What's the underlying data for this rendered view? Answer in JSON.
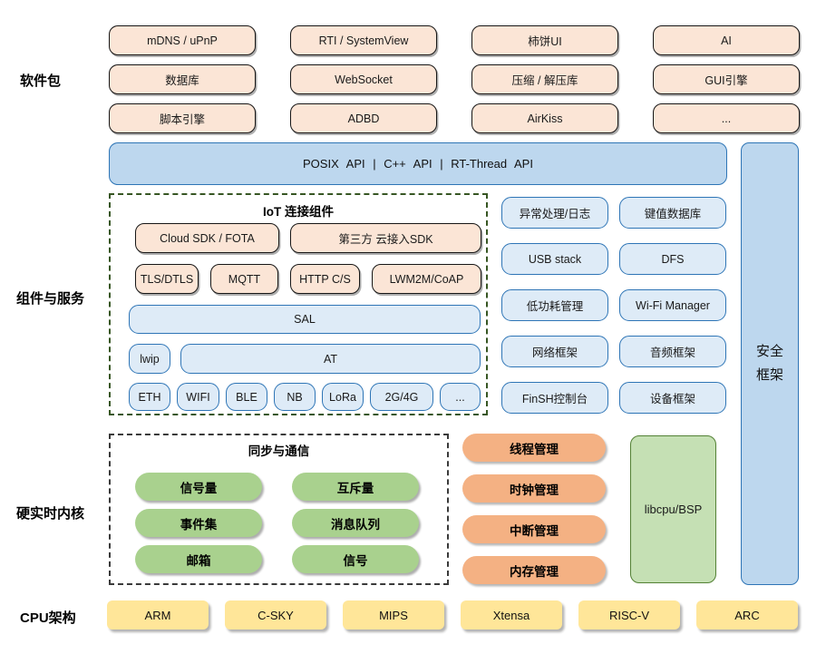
{
  "sidebar_labels": {
    "packages": "软件包",
    "components": "组件与服务",
    "kernel": "硬实时内核",
    "cpu": "CPU架构"
  },
  "packages": {
    "items": [
      "mDNS / uPnP",
      "RTI / SystemView",
      "柿饼UI",
      "AI",
      "数据库",
      "WebSocket",
      "压缩 / 解压库",
      "GUI引擎",
      "脚本引擎",
      "ADBD",
      "AirKiss",
      "..."
    ]
  },
  "api_bar": {
    "label": "POSIX API | C++ API | RT-Thread API"
  },
  "security_bar": {
    "line1": "安全",
    "line2": "框架"
  },
  "iot": {
    "title": "IoT 连接组件",
    "sdk_row": [
      "Cloud SDK / FOTA",
      "第三方 云接入SDK"
    ],
    "protocol_row": [
      "TLS/DTLS",
      "MQTT",
      "HTTP C/S",
      "LWM2M/CoAP"
    ],
    "sal": "SAL",
    "stack_row": [
      "lwip",
      "AT"
    ],
    "link_row": [
      "ETH",
      "WIFI",
      "BLE",
      "NB",
      "LoRa",
      "2G/4G",
      "..."
    ]
  },
  "services": {
    "items": [
      "异常处理/日志",
      "键值数据库",
      "USB stack",
      "DFS",
      "低功耗管理",
      "Wi-Fi Manager",
      "网络框架",
      "音频框架",
      "FinSH控制台",
      "设备框架"
    ]
  },
  "sync": {
    "title": "同步与通信",
    "items": [
      "信号量",
      "互斥量",
      "事件集",
      "消息队列",
      "邮箱",
      "信号"
    ]
  },
  "kernel": {
    "items": [
      "线程管理",
      "时钟管理",
      "中断管理",
      "内存管理"
    ],
    "libcpu": "libcpu/BSP"
  },
  "cpu": {
    "items": [
      "ARM",
      "C-SKY",
      "MIPS",
      "Xtensa",
      "RISC-V",
      "ARC"
    ]
  },
  "colors": {
    "peach_fill": "#FBE5D6",
    "blue_fill_light": "#DEEBF7",
    "blue_fill": "#BDD7EE",
    "blue_border": "#2E75B6",
    "green_pill": "#A9D18E",
    "libcpu_fill": "#C5E0B4",
    "libcpu_border": "#538135",
    "orange_pill": "#F4B183",
    "yellow_fill": "#FFE699",
    "iot_dash_border": "#375623",
    "sync_dash_border": "#3A3A3A"
  }
}
